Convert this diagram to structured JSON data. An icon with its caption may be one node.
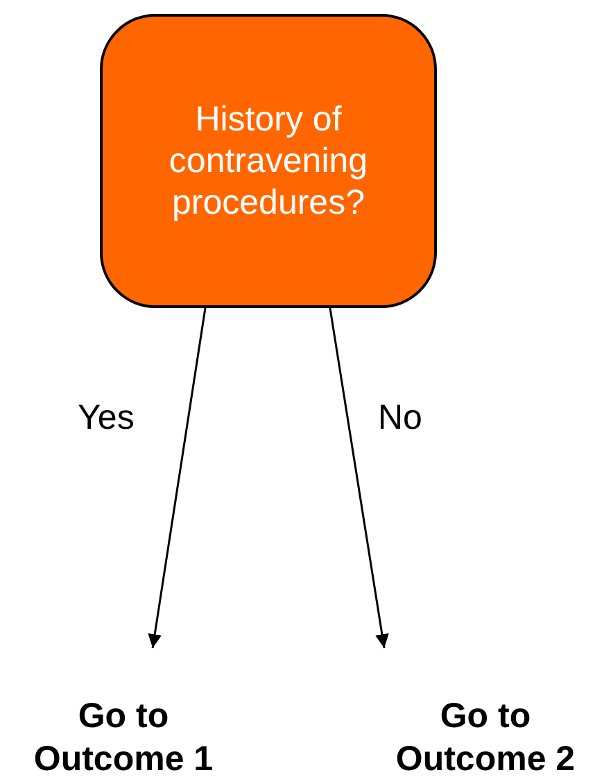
{
  "diagram": {
    "nodes": [
      {
        "text": [
          "History of contravening procedures?"
        ]
      },
      {
        "text": [
          "Go to Outcome 1"
        ]
      },
      {
        "text": [
          "Go to Outcome 2"
        ]
      }
    ],
    "edges": [
      {
        "from": 0,
        "to": 1,
        "label": "Yes",
        "arrow": "to"
      },
      {
        "from": 0,
        "to": 2,
        "label": "No",
        "arrow": "to"
      }
    ]
  }
}
